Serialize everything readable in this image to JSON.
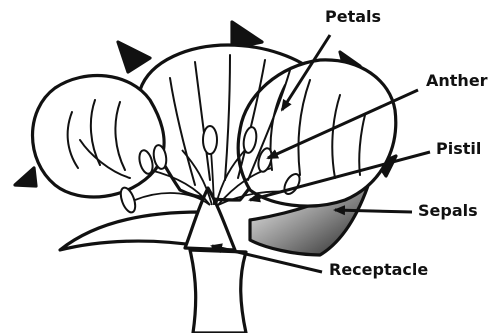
{
  "labels": {
    "petals": "Petals",
    "anther": "Anther",
    "pistil": "Pistil",
    "sepals": "Sepals",
    "receptacle": "Receptacle"
  },
  "colors": {
    "ink": "#111111",
    "background": "#ffffff",
    "shade": "#777777"
  }
}
